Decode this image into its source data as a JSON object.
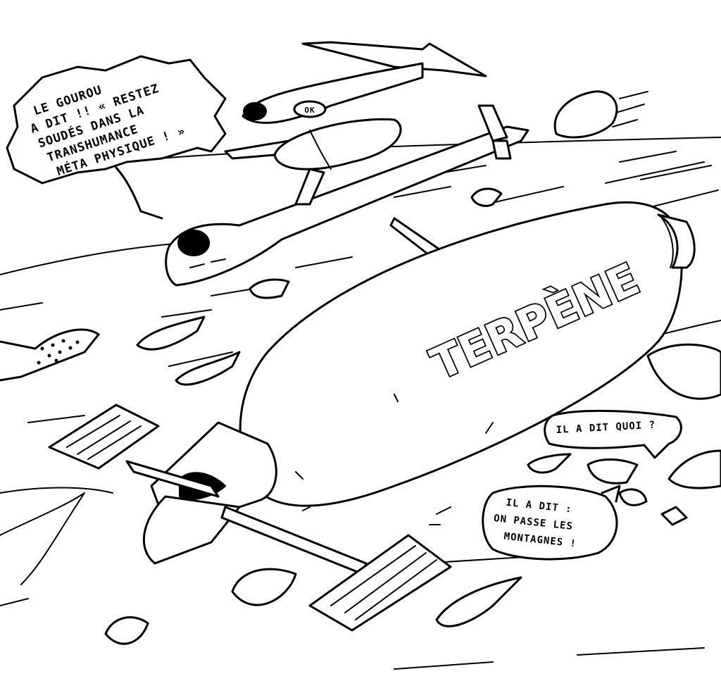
{
  "speech_bubbles": {
    "guru": {
      "lines": [
        "LE GOUROU",
        "A DIT !! « RESTEZ",
        "SOUDÉS DANS LA",
        "TRANSHUMANCE",
        "MÉTA PHYSIQUE ! »"
      ]
    },
    "question": {
      "text": "IL A DIT QUOI ?"
    },
    "answer": {
      "lines": [
        "IL A DIT :",
        "ON PASSE LES",
        "MONTAGNES !"
      ]
    }
  },
  "capsule": {
    "brand": "TERPÈNE"
  },
  "ship": {
    "tag": "OK"
  },
  "colors": {
    "ink": "#000000",
    "paper": "#ffffff"
  }
}
